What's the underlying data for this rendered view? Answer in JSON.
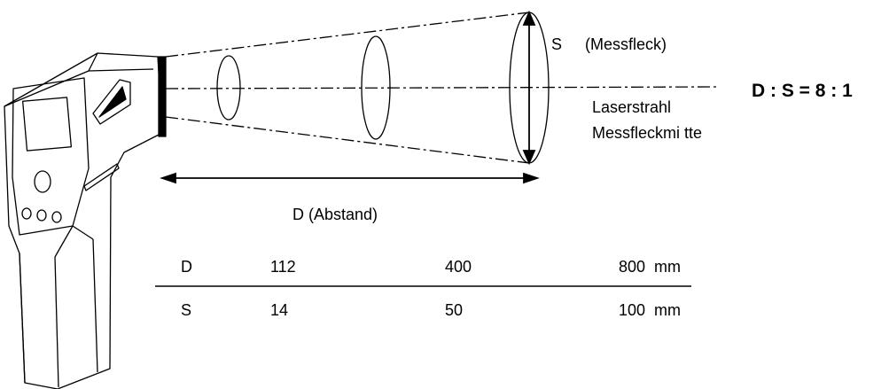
{
  "labels": {
    "spot": "S",
    "spot_name": "(Messfleck)",
    "ratio": "D : S = 8 : 1",
    "laser_line1": "Laserstrahl",
    "laser_line2": "Messfleckmi tte",
    "distance": "D (Abstand)"
  },
  "table": {
    "rows": [
      {
        "label": "D",
        "values": [
          "112",
          "400",
          "800  mm"
        ]
      },
      {
        "label": "S",
        "values": [
          "14",
          "50",
          "100  mm"
        ]
      }
    ]
  }
}
